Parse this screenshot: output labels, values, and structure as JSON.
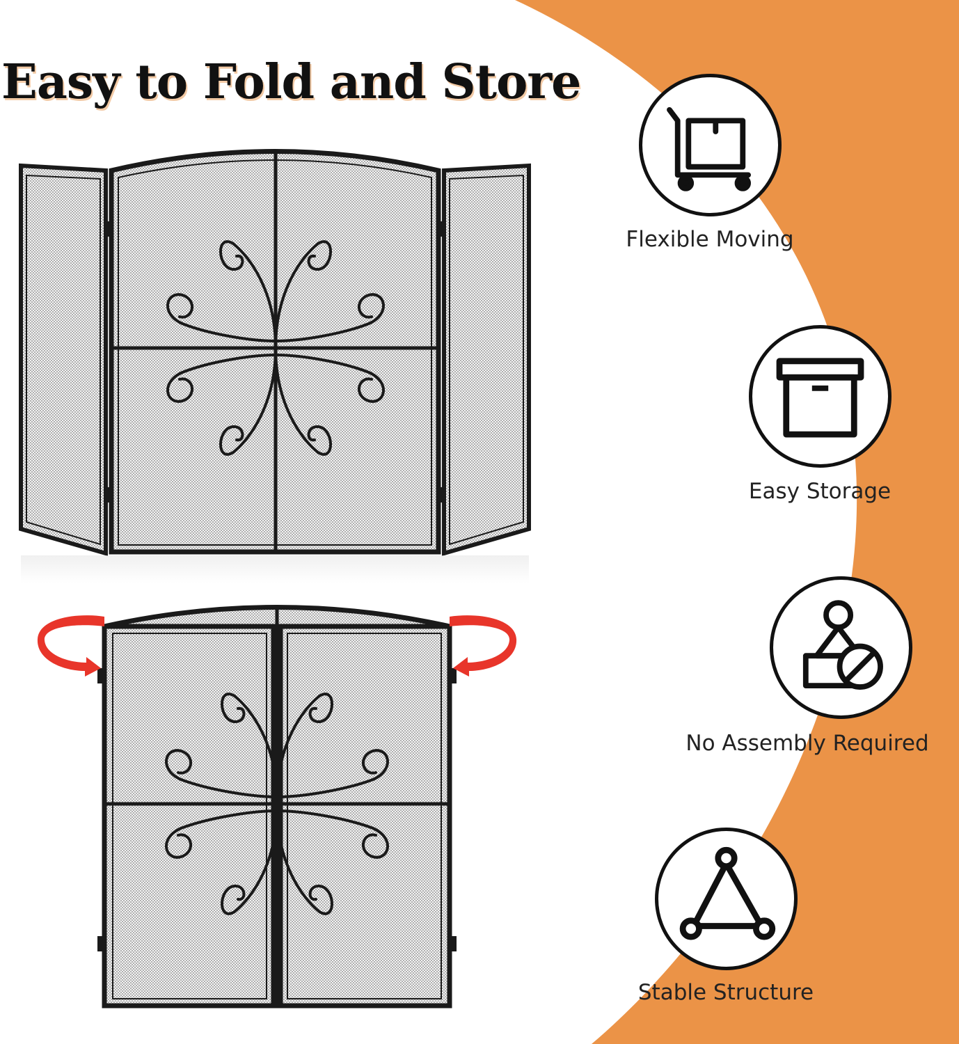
{
  "headline": "Easy to Fold and Store",
  "colors": {
    "accent": "#eb9347",
    "frame": "#1a1a1a",
    "arrow": "#e8352a",
    "mesh": "#3a3a3a"
  },
  "features": [
    {
      "label": "Flexible Moving",
      "icon": "cart-icon"
    },
    {
      "label": "Easy Storage",
      "icon": "storage-box-icon"
    },
    {
      "label": "No Assembly Required",
      "icon": "shapes-icon"
    },
    {
      "label": "Stable Structure",
      "icon": "triangle-structure-icon"
    }
  ]
}
